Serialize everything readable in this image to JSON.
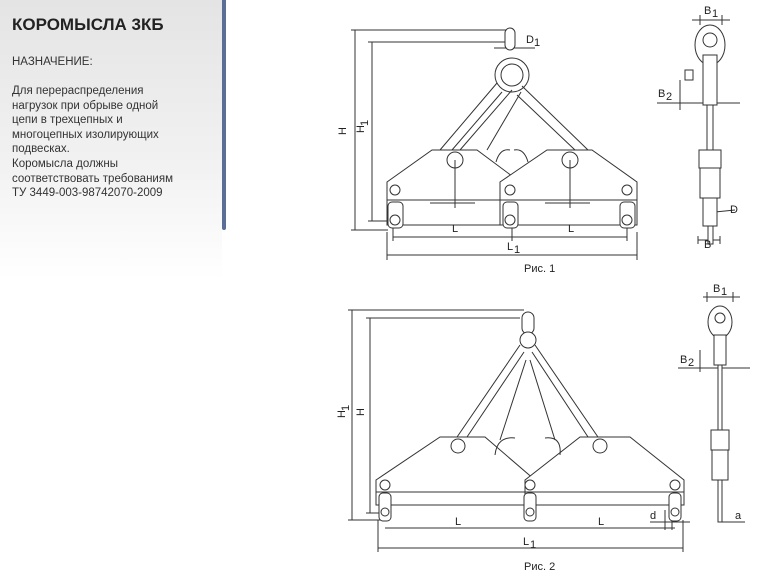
{
  "product": {
    "title": "КОРОМЫСЛА 3КБ",
    "purpose_label": "НАЗНАЧЕНИЕ:",
    "description_lines": [
      "Для перераспределения",
      "нагрузок при обрыве одной",
      "цепи в  трехцепных и",
      "многоцепных изолирующих",
      "подвесках.",
      "Коромысла должны",
      "соответствовать требованиям",
      "ТУ 3449-003-98742070-2009"
    ]
  },
  "figure1": {
    "caption": "Рис. 1",
    "labels": {
      "H": "H",
      "H1": "H",
      "H1_sub": "1",
      "D1": "D",
      "D1_sub": "1",
      "L_left": "L",
      "L_right": "L",
      "L1": "L",
      "L1_sub": "1",
      "B1": "B",
      "B1_sub": "1",
      "B2": "B",
      "B2_sub": "2",
      "D": "D",
      "B": "B"
    }
  },
  "figure2": {
    "caption": "Рис. 2",
    "labels": {
      "H1": "H",
      "H1_sub": "1",
      "H": "H",
      "L_left": "L",
      "L_right": "L",
      "L1": "L",
      "L1_sub": "1",
      "d": "d",
      "a": "a",
      "B1": "B",
      "B1_sub": "1",
      "B2": "B",
      "B2_sub": "2"
    }
  },
  "colors": {
    "accent_bar": "#5b6e96"
  }
}
